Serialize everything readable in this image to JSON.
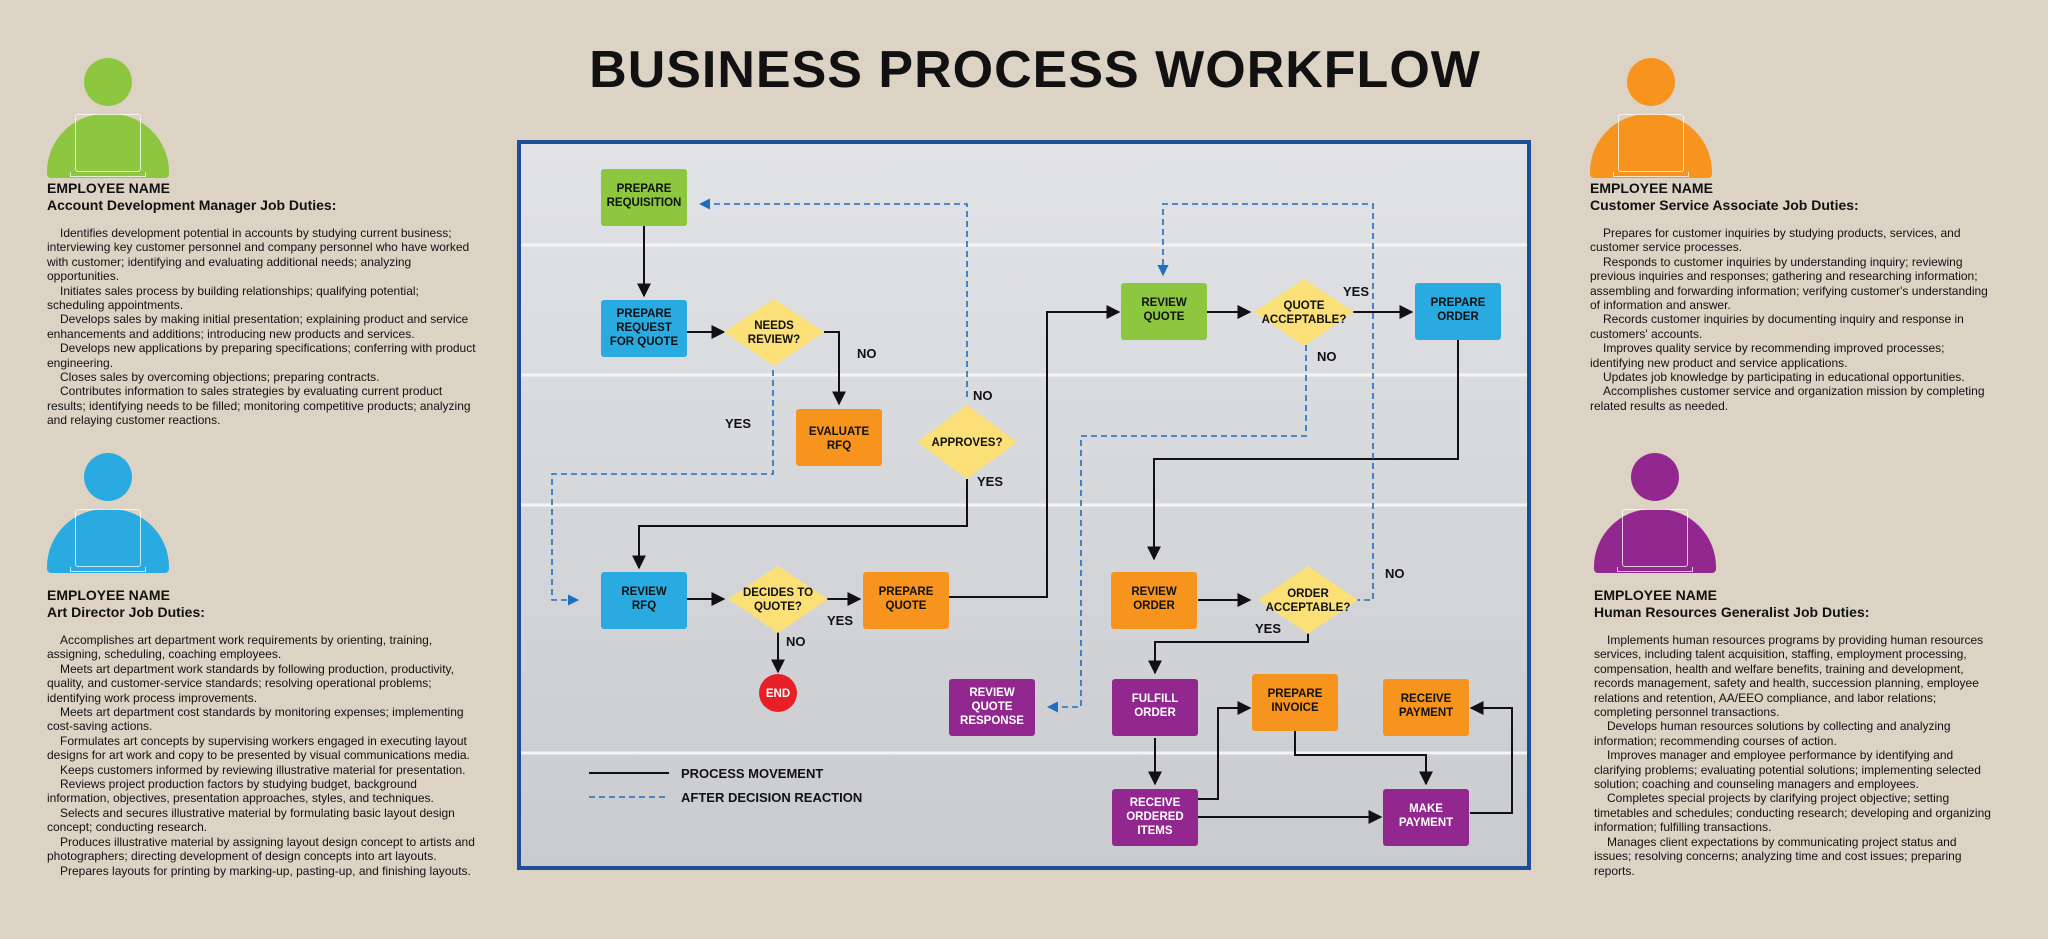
{
  "title": "BUSINESS PROCESS WORKFLOW",
  "colors": {
    "background": "#ddd3c5",
    "frame_border": "#1d4e96",
    "green": "#8dc63f",
    "blue": "#29abe2",
    "orange": "#f7941d",
    "purple": "#92278f",
    "yellow": "#fbe078",
    "red": "#e81f27",
    "dashed_line": "#1f6fbf"
  },
  "employees": [
    {
      "name_label": "EMPLOYEE NAME",
      "role": "Account Development Manager Job Duties:",
      "avatar_color": "#8dc63f",
      "duties": [
        "Identifies development potential in accounts by studying current business; interviewing key customer personnel and company personnel who have worked with customer; identifying and evaluating additional needs; analyzing opportunities.",
        "Initiates sales process by building relationships; qualifying potential; scheduling appointments.",
        "Develops sales by making initial presentation; explaining product and service enhancements and additions; introducing new products and services.",
        "Develops new applications by preparing specifications; conferring with product engineering.",
        "Closes sales by overcoming objections; preparing contracts.",
        "Contributes information to sales strategies by evaluating current product results; identifying needs to be filled; monitoring competitive products; analyzing and relaying customer reactions."
      ]
    },
    {
      "name_label": "EMPLOYEE NAME",
      "role": "Art Director Job Duties:",
      "avatar_color": "#29abe2",
      "duties": [
        "Accomplishes art department work requirements by orienting, training, assigning, scheduling, coaching employees.",
        "Meets art department work standards by following production, productivity, quality, and customer-service standards; resolving operational problems; identifying work process improvements.",
        "Meets art department cost standards by monitoring expenses; implementing cost-saving actions.",
        "Formulates art concepts by supervising workers engaged in executing layout designs for art work and copy to be presented by visual communications media.",
        "Keeps customers informed by reviewing illustrative material for presentation.",
        "Reviews project production factors by studying budget, background information, objectives, presentation approaches, styles, and techniques.",
        "Selects and secures illustrative material by formulating basic layout design concept; conducting research.",
        "Produces illustrative material by assigning layout design concept to artists and photographers; directing development of design concepts into art layouts.",
        "Prepares layouts for printing by marking-up, pasting-up, and finishing layouts."
      ]
    },
    {
      "name_label": "EMPLOYEE NAME",
      "role": "Customer Service Associate Job Duties:",
      "avatar_color": "#f7941d",
      "duties": [
        "Prepares for customer inquiries by studying products, services, and customer service processes.",
        "Responds to customer inquiries by understanding inquiry; reviewing previous inquiries and responses; gathering and researching information; assembling and forwarding information; verifying customer's understanding of information and answer.",
        "Records customer inquiries by documenting inquiry and response in customers' accounts.",
        "Improves quality service by recommending improved processes; identifying new product and service applications.",
        "Updates job knowledge by participating in educational opportunities.",
        "Accomplishes customer service and organization mission by completing related results as needed."
      ]
    },
    {
      "name_label": "EMPLOYEE NAME",
      "role": "Human Resources Generalist Job Duties:",
      "avatar_color": "#92278f",
      "duties": [
        "Implements human resources programs by providing human resources services, including talent acquisition, staffing, employment processing, compensation, health and welfare benefits, training and development, records management, safety and health, succession planning, employee relations and retention, AA/EEO compliance, and labor relations; completing personnel transactions.",
        "Develops human resources solutions by collecting and analyzing information; recommending courses of action.",
        "Improves manager and employee performance by identifying and clarifying problems; evaluating potential solutions; implementing selected solution; coaching and counseling managers and employees.",
        "Completes special projects by clarifying project objective; setting timetables and schedules; conducting research; developing and organizing information; fulfilling transactions.",
        "Manages client expectations by communicating project status and issues; resolving concerns; analyzing time and cost issues; preparing reports."
      ]
    }
  ],
  "nodes": {
    "prepare_requisition": [
      "PREPARE",
      "REQUISITION"
    ],
    "prepare_rfq": [
      "PREPARE",
      "REQUEST",
      "FOR QUOTE"
    ],
    "needs_review": [
      "NEEDS",
      "REVIEW?"
    ],
    "evaluate_rfq": [
      "EVALUATE",
      "RFQ"
    ],
    "approves": [
      "APPROVES?"
    ],
    "review_rfq": [
      "REVIEW",
      "RFQ"
    ],
    "decides_to_quote": [
      "DECIDES TO",
      "QUOTE?"
    ],
    "prepare_quote": [
      "PREPARE",
      "QUOTE"
    ],
    "end": [
      "END"
    ],
    "review_quote": [
      "REVIEW",
      "QUOTE"
    ],
    "quote_acceptable": [
      "QUOTE",
      "ACCEPTABLE?"
    ],
    "prepare_order": [
      "PREPARE",
      "ORDER"
    ],
    "review_order": [
      "REVIEW",
      "ORDER"
    ],
    "order_acceptable": [
      "ORDER",
      "ACCEPTABLE?"
    ],
    "review_quote_response": [
      "REVIEW",
      "QUOTE",
      "RESPONSE"
    ],
    "fulfill_order": [
      "FULFILL",
      "ORDER"
    ],
    "prepare_invoice": [
      "PREPARE",
      "INVOICE"
    ],
    "receive_payment": [
      "RECEIVE",
      "PAYMENT"
    ],
    "receive_ordered_items": [
      "RECEIVE",
      "ORDERED",
      "ITEMS"
    ],
    "make_payment": [
      "MAKE",
      "PAYMENT"
    ]
  },
  "edge_labels": {
    "yes": "YES",
    "no": "NO"
  },
  "legend": {
    "solid": "PROCESS MOVEMENT",
    "dashed": "AFTER DECISION REACTION"
  }
}
